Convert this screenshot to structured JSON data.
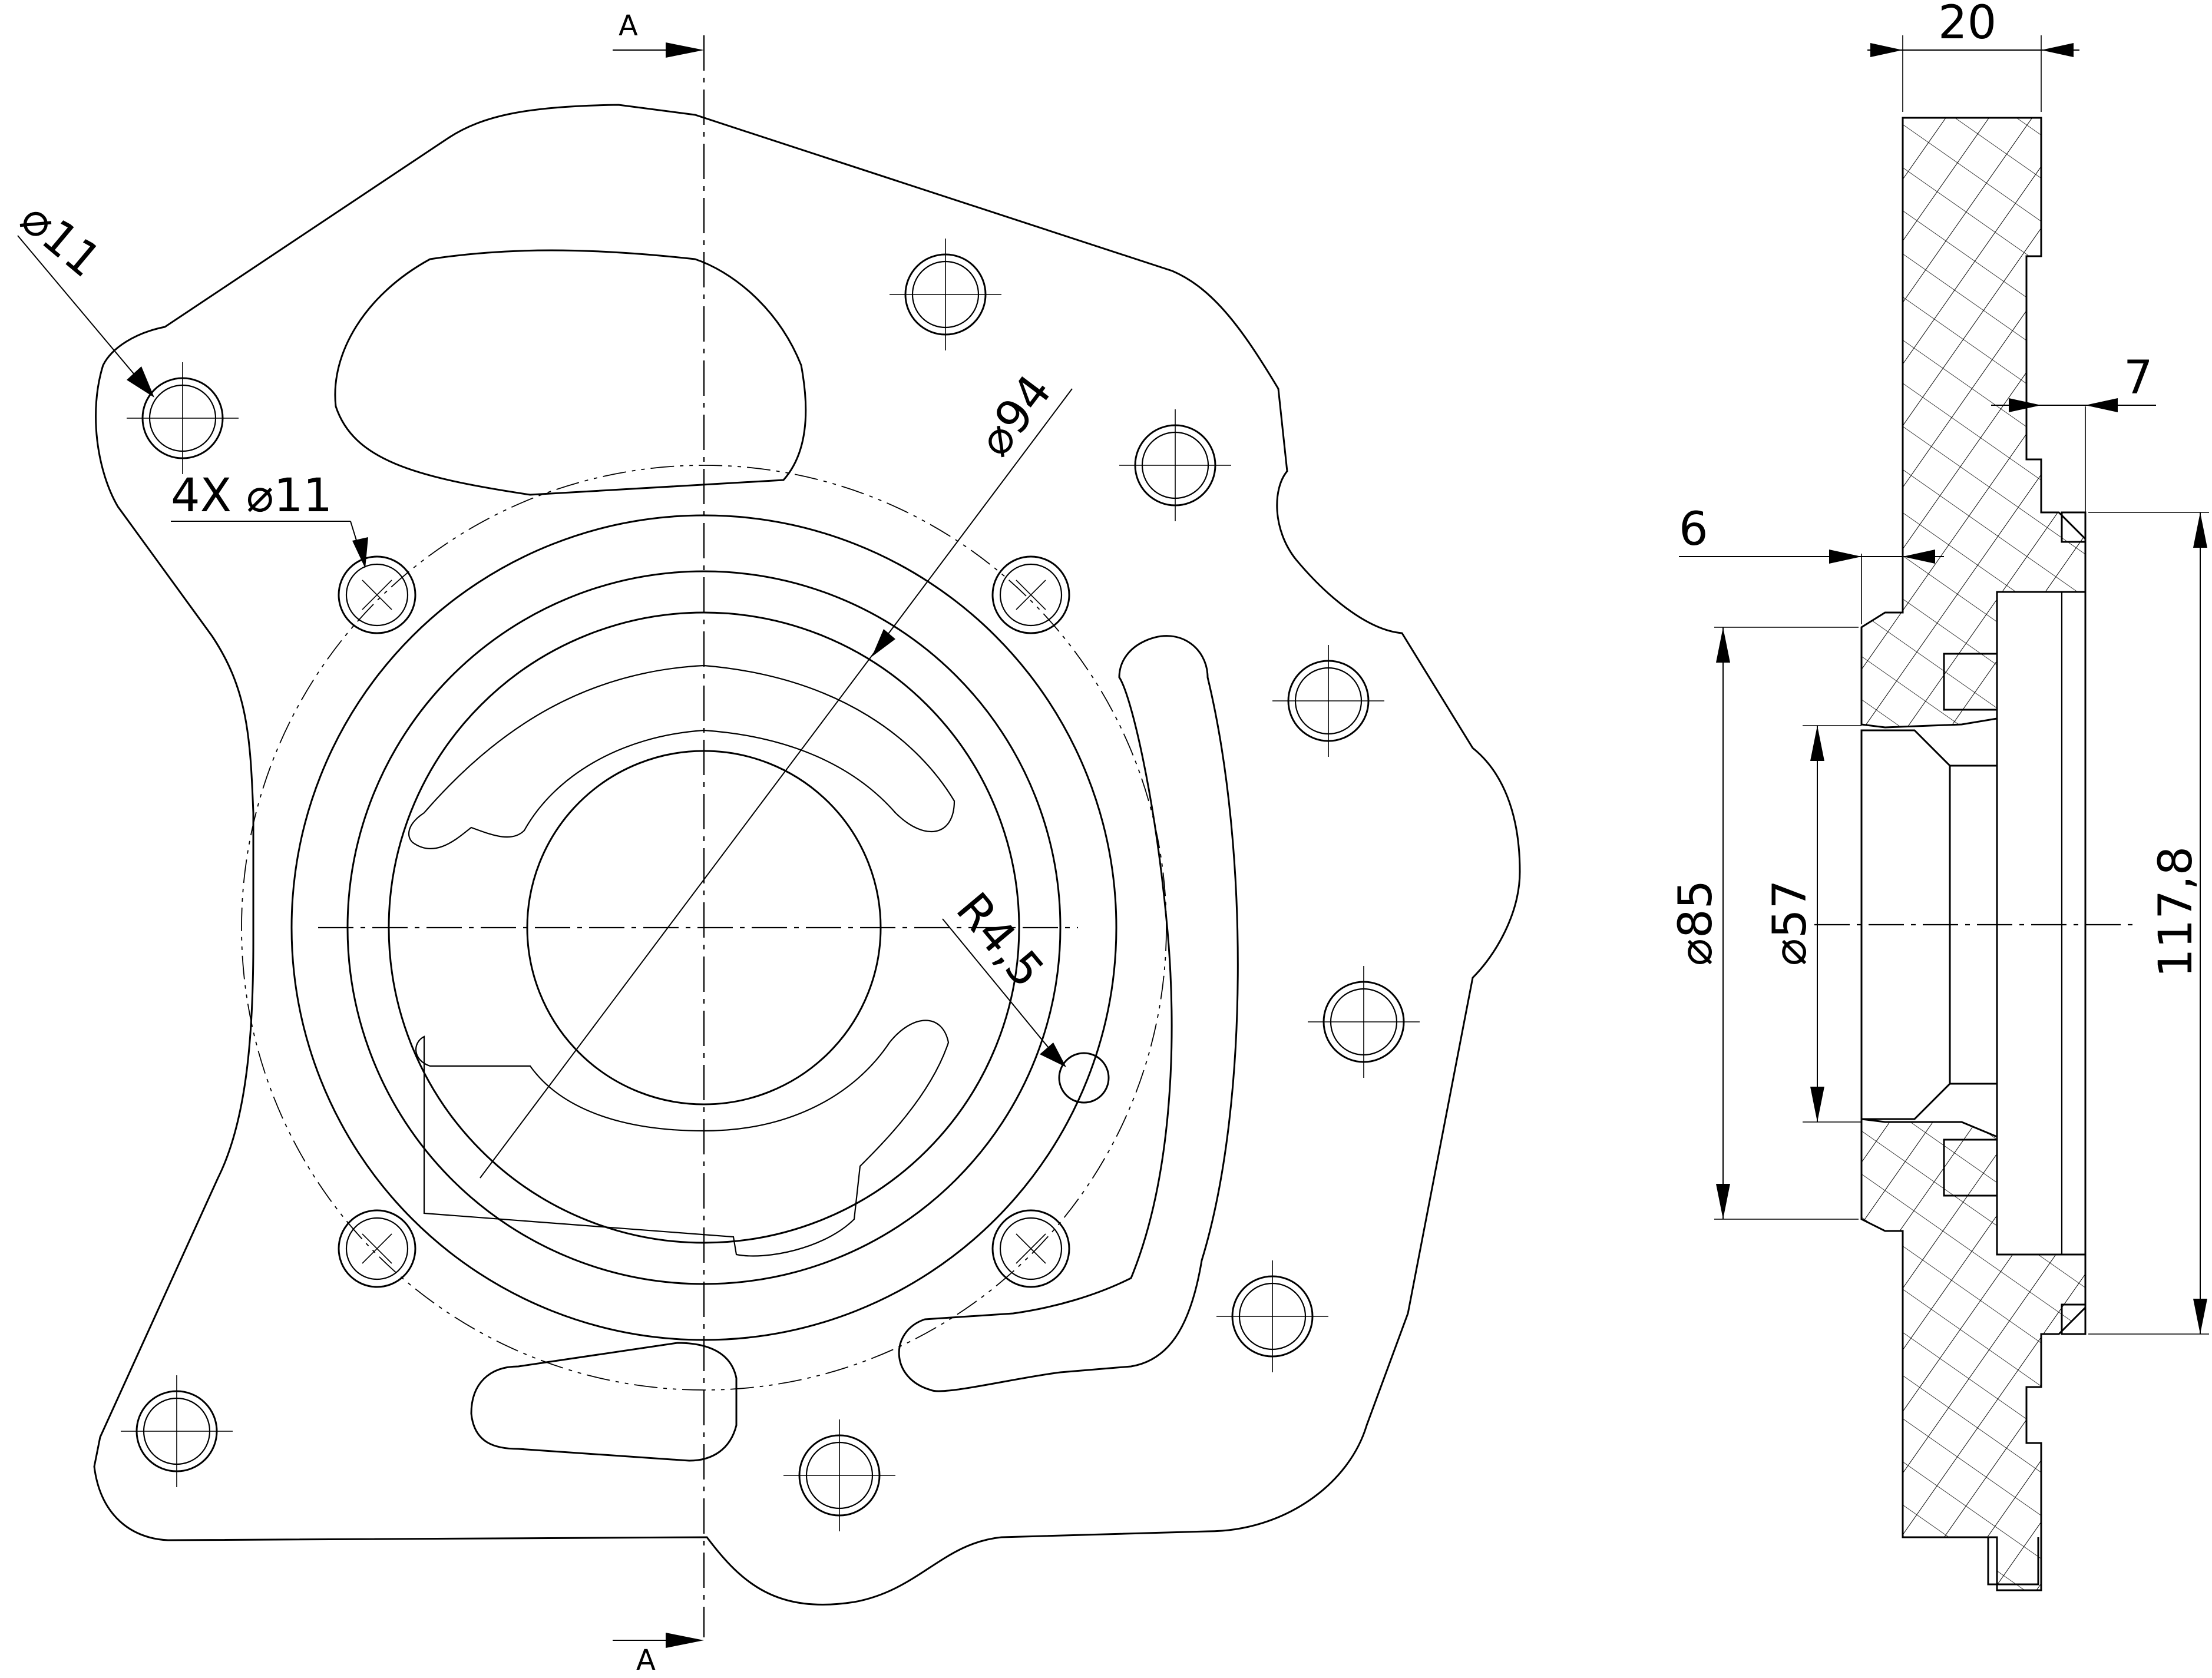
{
  "front_view": {
    "section_label_top": "A",
    "section_label_bottom": "A",
    "dim_hole_single": "⌀11",
    "dim_holes_pattern": "4X ⌀11",
    "dim_bolt_circle": "⌀94",
    "dim_radius": "R4,5"
  },
  "section_view": {
    "dim_thickness": "20",
    "dim_step": "7",
    "dim_flange": "6",
    "dim_diameter_outer": "⌀85",
    "dim_diameter_inner": "⌀57",
    "dim_height": "117,8"
  }
}
